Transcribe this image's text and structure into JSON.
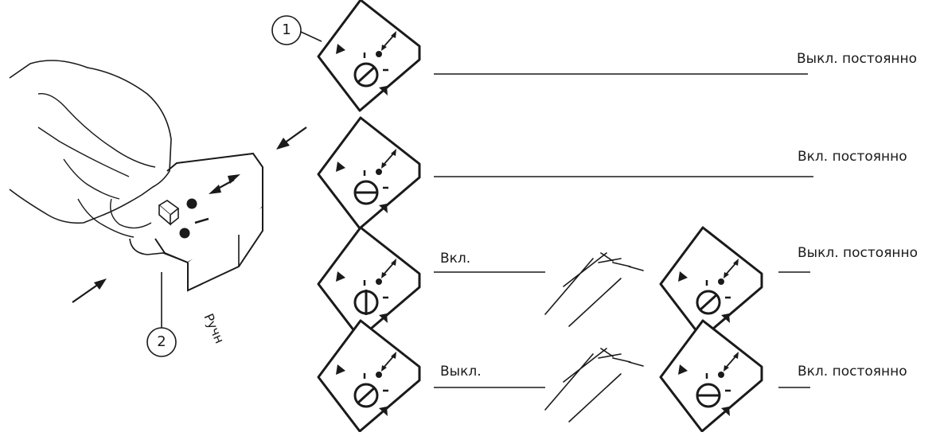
{
  "callouts": {
    "one": "1",
    "two": "2"
  },
  "hand_label": "Ручн",
  "rows": [
    {
      "state": "off-steady",
      "right_label": "Выкл. постоянно"
    },
    {
      "state": "on-steady",
      "right_label": "Вкл. постоянно"
    },
    {
      "state": "toggle-from-on",
      "left_label": "Вкл.",
      "right_label": "Выкл. постоянно"
    },
    {
      "state": "toggle-from-off",
      "left_label": "Выкл.",
      "right_label": "Вкл. постоянно"
    }
  ],
  "colors": {
    "ink": "#1a1a1a",
    "paper": "#ffffff"
  },
  "icons": [
    "sensor-badge-icon",
    "dial-icon",
    "double-arrow-icon",
    "pointer-arrow-icon",
    "hand-icon",
    "press-gesture-icon"
  ]
}
